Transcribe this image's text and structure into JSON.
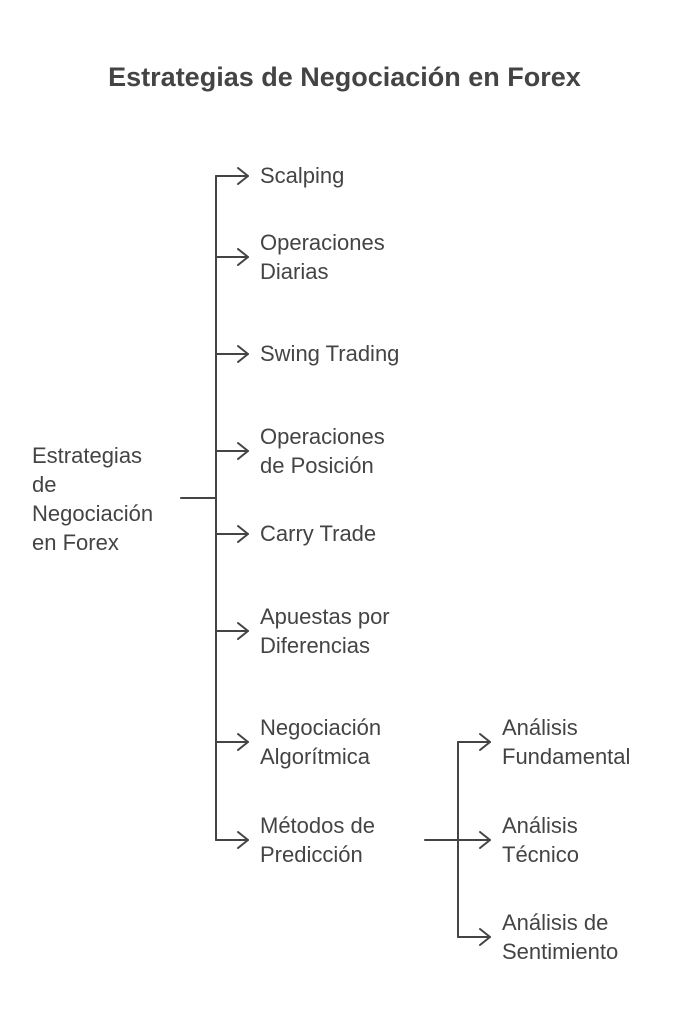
{
  "diagram": {
    "title": "Estrategias de Negociación en Forex",
    "root": {
      "lines": [
        "Estrategias",
        "de",
        "Negociación",
        "en Forex"
      ]
    },
    "branches": [
      {
        "lines": [
          "Scalping"
        ]
      },
      {
        "lines": [
          "Operaciones",
          "Diarias"
        ]
      },
      {
        "lines": [
          "Swing Trading"
        ]
      },
      {
        "lines": [
          "Operaciones",
          "de Posición"
        ]
      },
      {
        "lines": [
          "Carry Trade"
        ]
      },
      {
        "lines": [
          "Apuestas por",
          "Diferencias"
        ]
      },
      {
        "lines": [
          "Negociación",
          "Algorítmica"
        ]
      },
      {
        "lines": [
          "Métodos de",
          "Predicción"
        ]
      }
    ],
    "sub_branches": [
      {
        "lines": [
          "Análisis",
          "Fundamental"
        ]
      },
      {
        "lines": [
          "Análisis",
          "Técnico"
        ]
      },
      {
        "lines": [
          "Análisis de",
          "Sentimiento"
        ]
      }
    ],
    "colors": {
      "text": "#444444",
      "line": "#444444",
      "background": "#ffffff"
    }
  }
}
